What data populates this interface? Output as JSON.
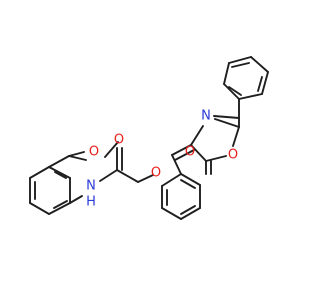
{
  "molecule": {
    "atoms": {
      "o_methoxy": {
        "label": "O",
        "color": "#e8201c"
      },
      "nh_amide": {
        "label": "N",
        "sub": "H",
        "color": "#2b3bd6"
      },
      "o_amide": {
        "label": "O",
        "color": "#e8201c"
      },
      "o_ether": {
        "label": "O",
        "color": "#e8201c"
      },
      "n_oxazole": {
        "label": "N",
        "color": "#2b3bd6"
      },
      "o_oxazole_ring": {
        "label": "O",
        "color": "#e8201c"
      },
      "o_lactone": {
        "label": "O",
        "color": "#e8201c"
      }
    },
    "bond_color": "#1f1f1f"
  }
}
